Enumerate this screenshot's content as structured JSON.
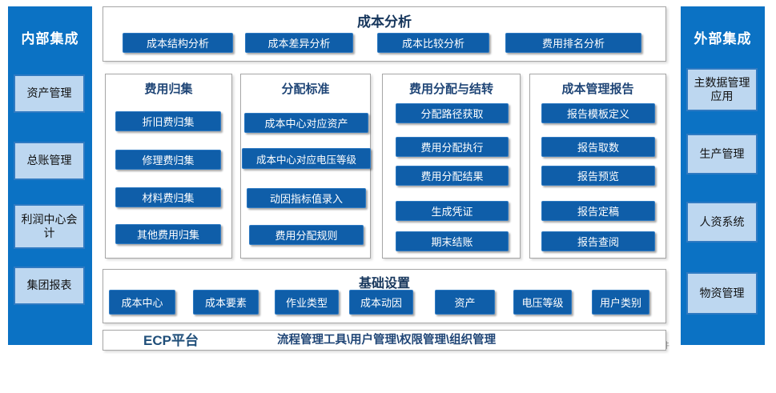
{
  "palette": {
    "sidebar_blue": "#0b72c4",
    "button_blue": "#0f5ea9",
    "light_box_bg": "#bdd7f0",
    "light_box_border": "#2f7ac2",
    "panel_border": "#a6a6a6",
    "title_color": "#16365c",
    "ecp_text_color": "#1f4e79"
  },
  "left_sidebar": {
    "title": "内部集成",
    "items": [
      "资产管理",
      "总账管理",
      "利润中心会计",
      "集团报表"
    ]
  },
  "right_sidebar": {
    "title": "外部集成",
    "items": [
      "主数据管理应用",
      "生产管理",
      "人资系统",
      "物资管理"
    ]
  },
  "cost_analysis": {
    "title": "成本分析",
    "buttons": [
      "成本结构分析",
      "成本差异分析",
      "成本比较分析",
      "费用排名分析"
    ]
  },
  "columns": [
    {
      "title": "费用归集",
      "buttons": [
        "折旧费归集",
        "修理费归集",
        "材料费归集",
        "其他费用归集"
      ]
    },
    {
      "title": "分配标准",
      "buttons": [
        "成本中心对应资产",
        "成本中心对应电压等级",
        "动因指标值录入",
        "费用分配规则"
      ]
    },
    {
      "title": "费用分配与结转",
      "buttons": [
        "分配路径获取",
        "费用分配执行",
        "费用分配结果",
        "生成凭证",
        "期末结账"
      ]
    },
    {
      "title": "成本管理报告",
      "buttons": [
        "报告模板定义",
        "报告取数",
        "报告预览",
        "报告定稿",
        "报告查阅"
      ]
    }
  ],
  "base_settings": {
    "title": "基础设置",
    "buttons": [
      "成本中心",
      "成本要素",
      "作业类型",
      "成本动因",
      "资产",
      "电压等级",
      "用户类别"
    ]
  },
  "platform_bar": {
    "name": "ECP平台",
    "tools": "流程管理工具\\用户管理\\权限管理\\组织管理"
  },
  "watermark": "软件"
}
